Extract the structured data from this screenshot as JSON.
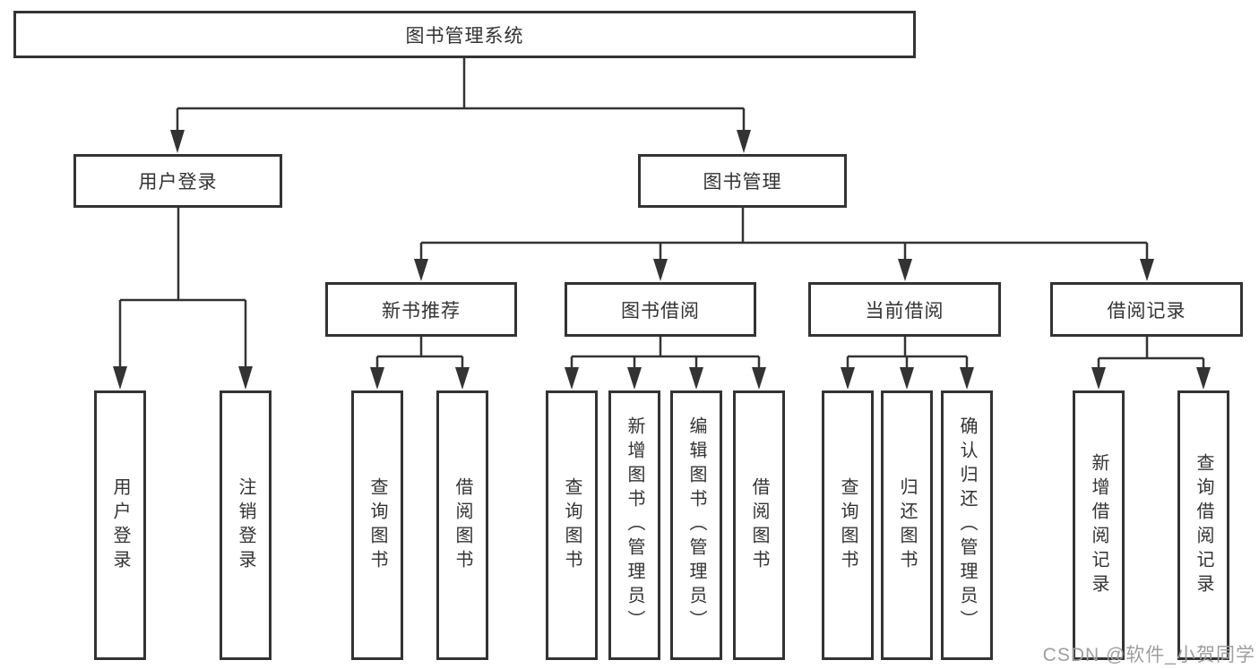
{
  "colors": {
    "line": "#333333",
    "text": "#333333",
    "background": "#ffffff",
    "watermark": "#9e9e9e"
  },
  "watermark": {
    "text": "CSDN @软件_小贺同学"
  },
  "tree": {
    "label": "图书管理系统",
    "children": [
      {
        "label": "用户登录",
        "children": [
          {
            "label": "用户登录"
          },
          {
            "label": "注销登录"
          }
        ]
      },
      {
        "label": "图书管理",
        "children": [
          {
            "label": "新书推荐",
            "children": [
              {
                "label": "查询图书"
              },
              {
                "label": "借阅图书"
              }
            ]
          },
          {
            "label": "图书借阅",
            "children": [
              {
                "label": "查询图书"
              },
              {
                "label": "新增图书（管理员）"
              },
              {
                "label": "编辑图书（管理员）"
              },
              {
                "label": "借阅图书"
              }
            ]
          },
          {
            "label": "当前借阅",
            "children": [
              {
                "label": "查询图书"
              },
              {
                "label": "归还图书"
              },
              {
                "label": "确认归还（管理员）"
              }
            ]
          },
          {
            "label": "借阅记录",
            "children": [
              {
                "label": "新增借阅记录"
              },
              {
                "label": "查询借阅记录"
              }
            ]
          }
        ]
      }
    ]
  }
}
